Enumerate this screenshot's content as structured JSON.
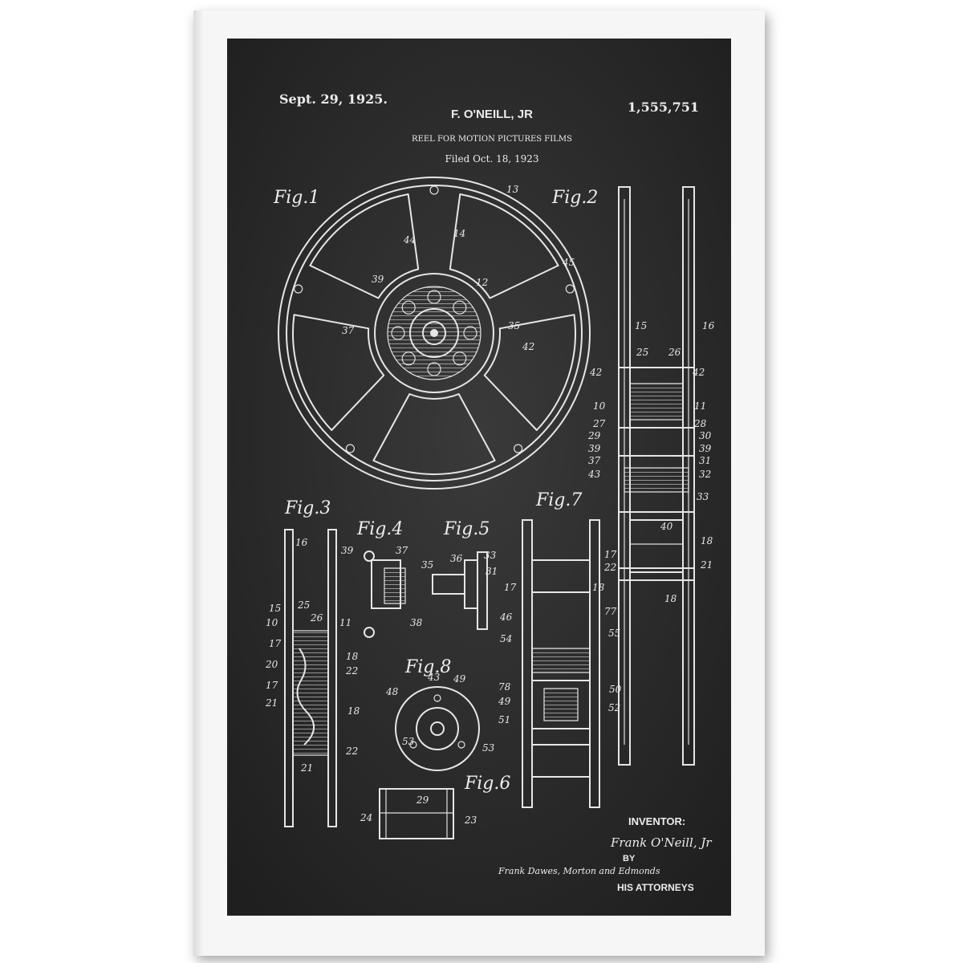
{
  "patent": {
    "date": "Sept. 29, 1925.",
    "inventor_name": "F. O'NEILL, JR",
    "number": "1,555,751",
    "title": "REEL FOR MOTION PICTURES FILMS",
    "filed": "Filed Oct. 18, 1923"
  },
  "figures": {
    "fig1": "Fig.1",
    "fig2": "Fig.2",
    "fig3": "Fig.3",
    "fig4": "Fig.4",
    "fig5": "Fig.5",
    "fig6": "Fig.6",
    "fig7": "Fig.7",
    "fig8": "Fig.8"
  },
  "labels": {
    "fig1": [
      "13",
      "14",
      "44",
      "45",
      "39",
      "12",
      "37",
      "35",
      "42"
    ],
    "fig2": [
      "15",
      "16",
      "25",
      "26",
      "42",
      "42",
      "10",
      "11",
      "27",
      "28",
      "29",
      "30",
      "39",
      "39",
      "37",
      "31",
      "43",
      "32",
      "33",
      "40",
      "18",
      "17",
      "22",
      "21",
      "18"
    ],
    "fig3": [
      "16",
      "15",
      "25",
      "10",
      "26",
      "11",
      "17",
      "18",
      "20",
      "22",
      "17",
      "21",
      "18",
      "22",
      "21"
    ],
    "fig4": [
      "39",
      "37",
      "38"
    ],
    "fig5": [
      "35",
      "36",
      "33",
      "31"
    ],
    "fig6": [
      "24",
      "29",
      "23"
    ],
    "fig7": [
      "17",
      "18",
      "46",
      "77",
      "54",
      "55",
      "78",
      "50",
      "49",
      "52",
      "51"
    ],
    "fig8": [
      "43",
      "49",
      "48",
      "53",
      "53"
    ]
  },
  "signature": {
    "inventor_label": "INVENTOR:",
    "inventor_signature": "Frank O'Neill, Jr",
    "by": "BY",
    "attorneys_signature": "Frank Dawes, Morton and Edmonds",
    "attorneys_label": "HIS ATTORNEYS"
  },
  "colors": {
    "chalkboard": "#2b2b2b",
    "frame": "#f6f6f6",
    "ink": "#e6e6e6"
  }
}
